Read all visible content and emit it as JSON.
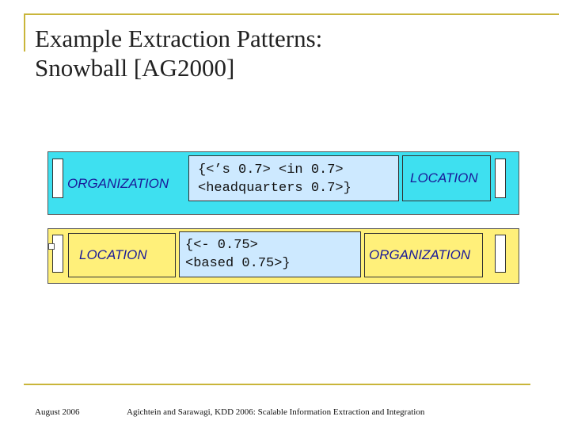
{
  "title": {
    "line1": "Example Extraction Patterns:",
    "line2": "Snowball [AG2000]"
  },
  "pattern1": {
    "left_entity": "ORGANIZATION",
    "pattern_line1": "{<’s 0.7> <in 0.7>",
    "pattern_line2": "<headquarters 0.7>}",
    "right_entity": "LOCATION"
  },
  "pattern2": {
    "left_entity": "LOCATION",
    "pattern_line1": "{<- 0.75>",
    "pattern_line2": "<based 0.75>}",
    "right_entity": "ORGANIZATION"
  },
  "footer": {
    "date": "August 2006",
    "credit": "Agichtein and Sarawagi, KDD 2006: Scalable Information Extraction and Integration"
  },
  "colors": {
    "accent": "#c9b53a",
    "cyan_band": "#3ee0f0",
    "yellow_band": "#fff07a",
    "pattern_box": "#cde9ff",
    "entity_text": "#1a1a99"
  }
}
